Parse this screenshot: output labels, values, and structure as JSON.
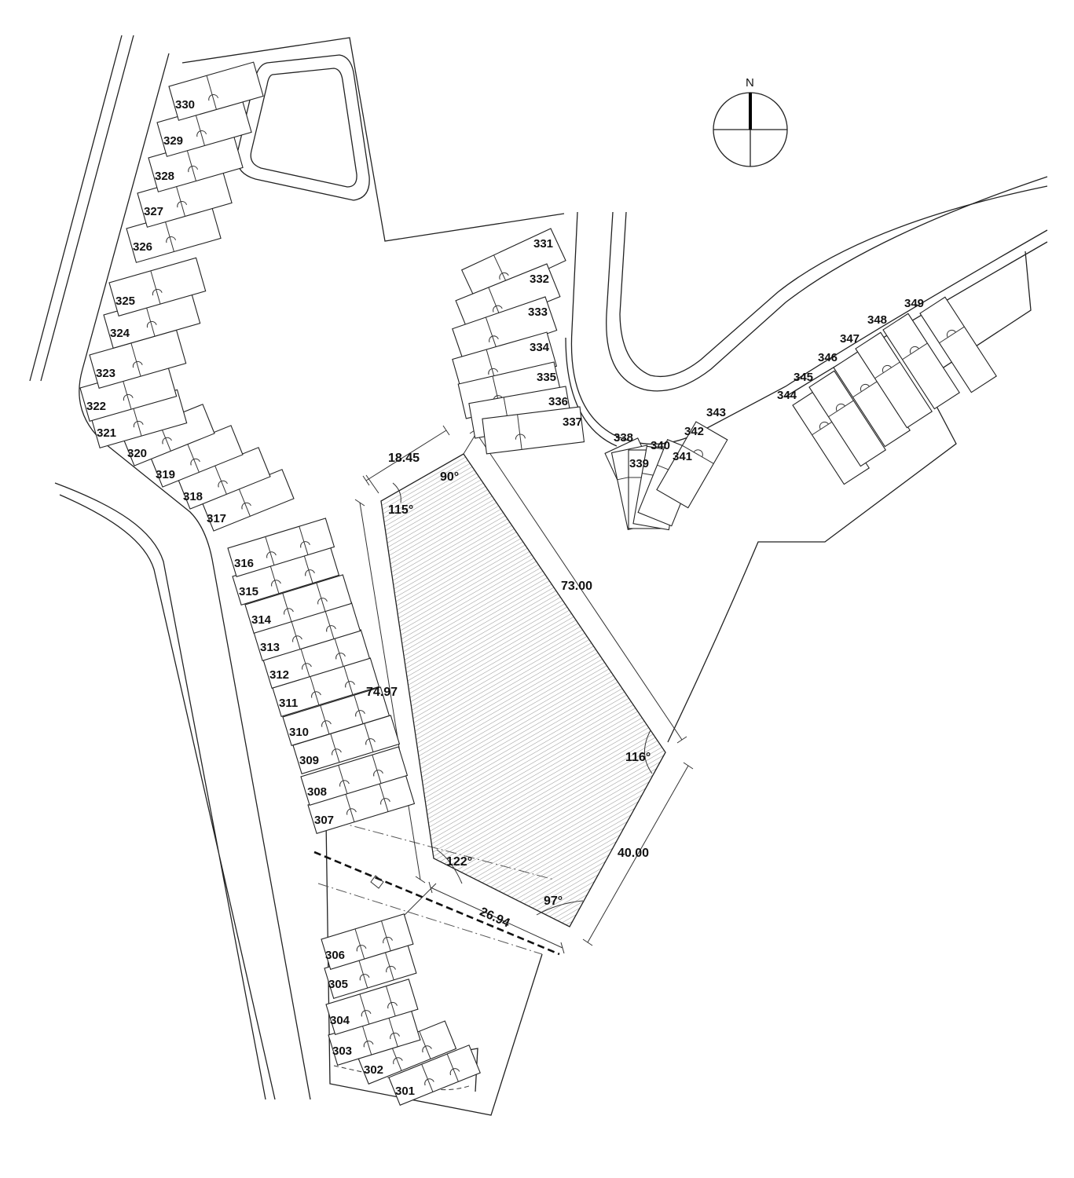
{
  "compass": {
    "north_label": "N"
  },
  "lots": [
    "301",
    "302",
    "303",
    "304",
    "305",
    "306",
    "307",
    "308",
    "309",
    "310",
    "311",
    "312",
    "313",
    "314",
    "315",
    "316",
    "317",
    "318",
    "319",
    "320",
    "321",
    "322",
    "323",
    "324",
    "325",
    "326",
    "327",
    "328",
    "329",
    "330",
    "331",
    "332",
    "333",
    "334",
    "335",
    "336",
    "337",
    "338",
    "339",
    "340",
    "341",
    "342",
    "343",
    "344",
    "345",
    "346",
    "347",
    "348",
    "349"
  ],
  "plot": {
    "dimensions": {
      "top": "18.45",
      "left": "74.97",
      "right_upper": "73.00",
      "right_lower": "40.00",
      "bottom": "26.94"
    },
    "angles": {
      "top_right": "90°",
      "top_left": "115°",
      "right": "116°",
      "bottom_left": "122°",
      "bottom_right": "97°"
    }
  }
}
